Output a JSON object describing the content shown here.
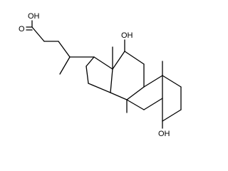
{
  "molecule": {
    "labels": {
      "acid_hydroxyl": "OH",
      "carbonyl_oxygen": "O",
      "c12_hydroxyl": "OH",
      "c3_hydroxyl": "OH"
    },
    "colors": {
      "bond": "#000000",
      "text": "#000000",
      "background": "#ffffff"
    }
  }
}
